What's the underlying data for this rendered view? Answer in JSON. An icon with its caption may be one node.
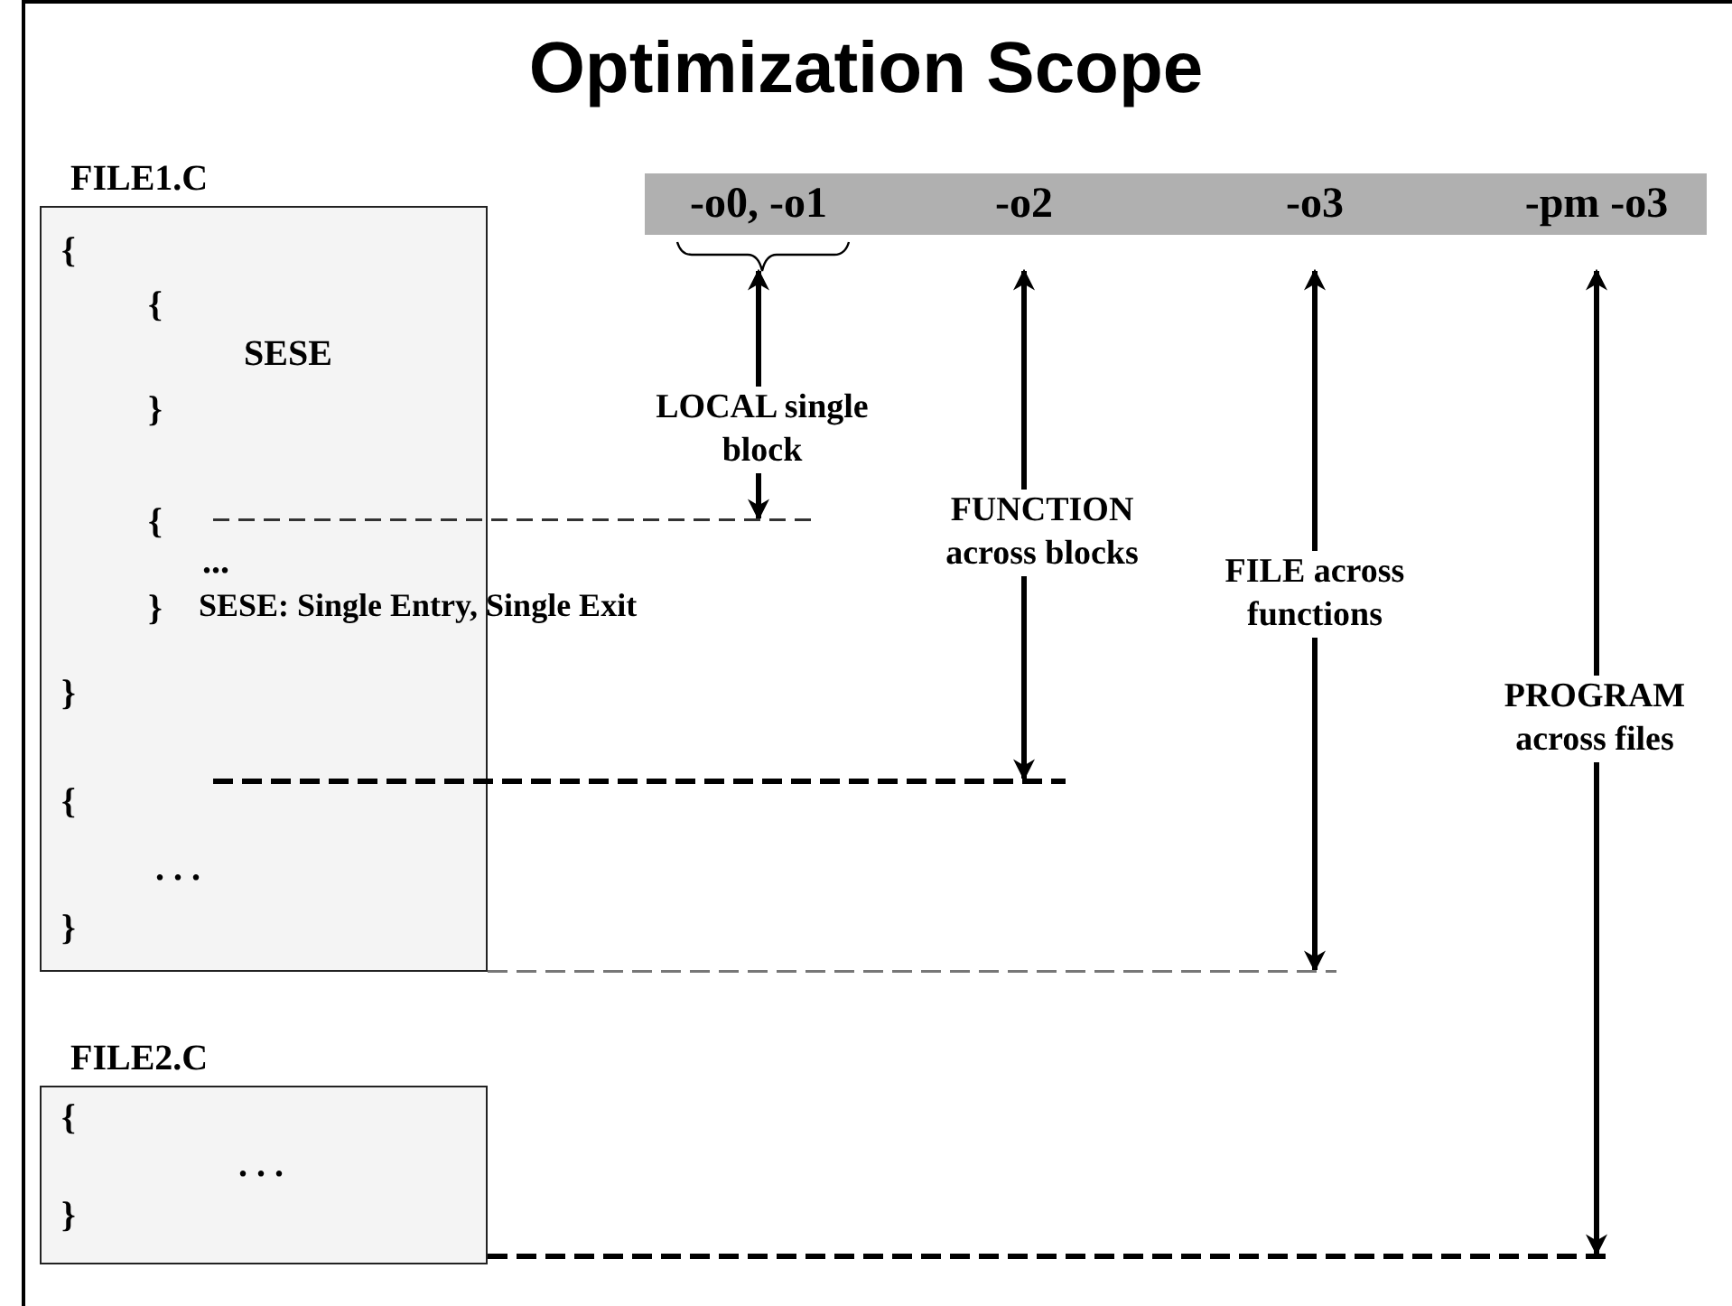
{
  "diagram": {
    "title": "Optimization Scope",
    "nodes": [
      {
        "text": [
          "FILE1.C"
        ]
      },
      {
        "text": [],
        "shape": "bar"
      },
      {
        "text": [
          "-o0, -o1"
        ],
        "in": 1
      },
      {
        "text": [
          "-o2"
        ],
        "in": 1
      },
      {
        "text": [
          "-o3"
        ],
        "in": 1
      },
      {
        "text": [
          "-pm -o3"
        ],
        "in": 1
      },
      {
        "text": [],
        "shape": "line"
      },
      {
        "text": [],
        "shape": "line"
      },
      {
        "text": [],
        "shape": "line"
      },
      {
        "text": [],
        "shape": "line"
      },
      {
        "text": [
          "FILE2.C"
        ]
      }
    ],
    "edges": [
      {
        "from": 2,
        "to": 6,
        "arrow": "both",
        "label": "LOCAL single block"
      },
      {
        "from": 3,
        "to": 7,
        "arrow": "both",
        "label": "FUNCTION across blocks"
      },
      {
        "from": 4,
        "to": 8,
        "arrow": "both",
        "label": "FILE across functions"
      },
      {
        "from": 5,
        "to": 9,
        "arrow": "both",
        "label": "PROGRAM across files"
      }
    ],
    "labels": [
      "{",
      "{",
      "SESE",
      "}",
      "{",
      "...",
      "SESE: Single Entry, Single Exit",
      "}",
      "}",
      "{",
      ". . .",
      "}",
      "{",
      ". . .",
      "}"
    ]
  }
}
